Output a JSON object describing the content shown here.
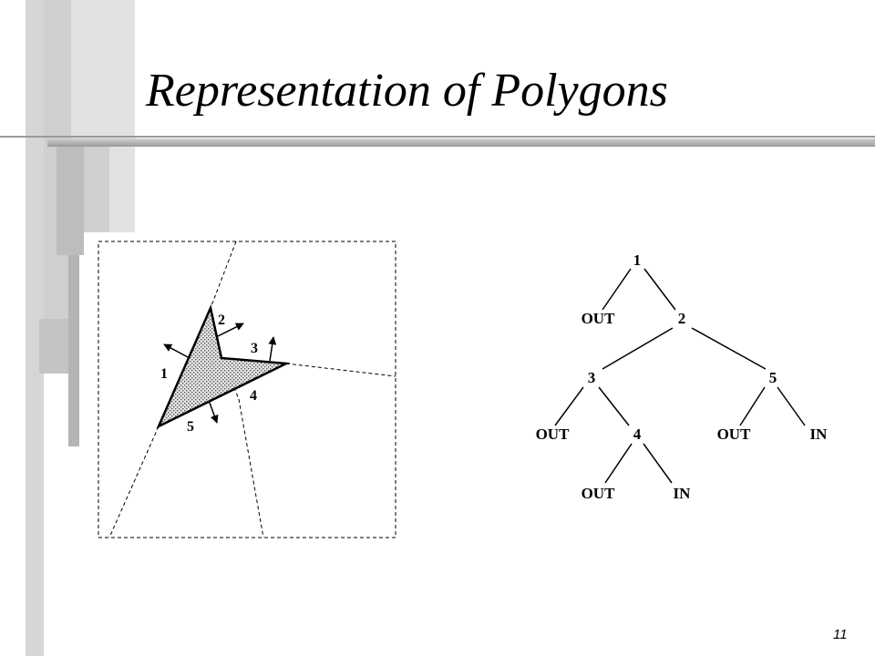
{
  "slide": {
    "title": "Representation of Polygons",
    "page_number": "11"
  },
  "polygon_figure": {
    "edge_labels": [
      "1",
      "2",
      "3",
      "4",
      "5"
    ]
  },
  "bsp_tree": {
    "nodes": [
      "1",
      "OUT",
      "2",
      "3",
      "5",
      "OUT",
      "4",
      "OUT",
      "IN",
      "OUT",
      "IN"
    ]
  }
}
